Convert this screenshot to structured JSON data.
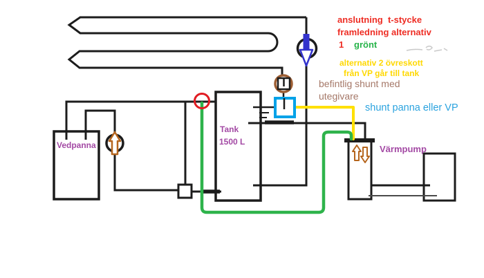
{
  "colors": {
    "pipe": "#1c1c1c",
    "pipe_gray": "#4a4a4a",
    "accent_red": "#e11b22",
    "accent_green": "#2eb34b",
    "accent_yellow": "#ffe000",
    "shunt_blue": "#00a2e8",
    "arrow_blue": "#3333cc",
    "pump_orange": "#b5651d",
    "valve_brown": "#9e5f34",
    "label_purple": "#a349a4",
    "text_red": "#ee2d24",
    "text_green": "#27b34a",
    "text_yellow": "#ffd800",
    "text_brown": "#a57868",
    "text_blue": "#2ba3df",
    "smudge_gray": "#c9c9c9"
  },
  "labels": {
    "wood_boiler": "Vedpanna",
    "tank_line1": "Tank",
    "tank_line2": "1500 L",
    "heat_pump": "Värmpump"
  },
  "annotations": {
    "red_line1": "anslutning  t-stycke",
    "red_line2": "framledning alternativ",
    "red_number": "1",
    "green_word": "grönt",
    "yellow_line1": "alternativ 2 övreskott",
    "yellow_line2": "från VP går till tank",
    "brown_line1": "befintlig shunt med",
    "brown_line2": "utegivare",
    "blue_line": "shunt panna eller VP"
  }
}
